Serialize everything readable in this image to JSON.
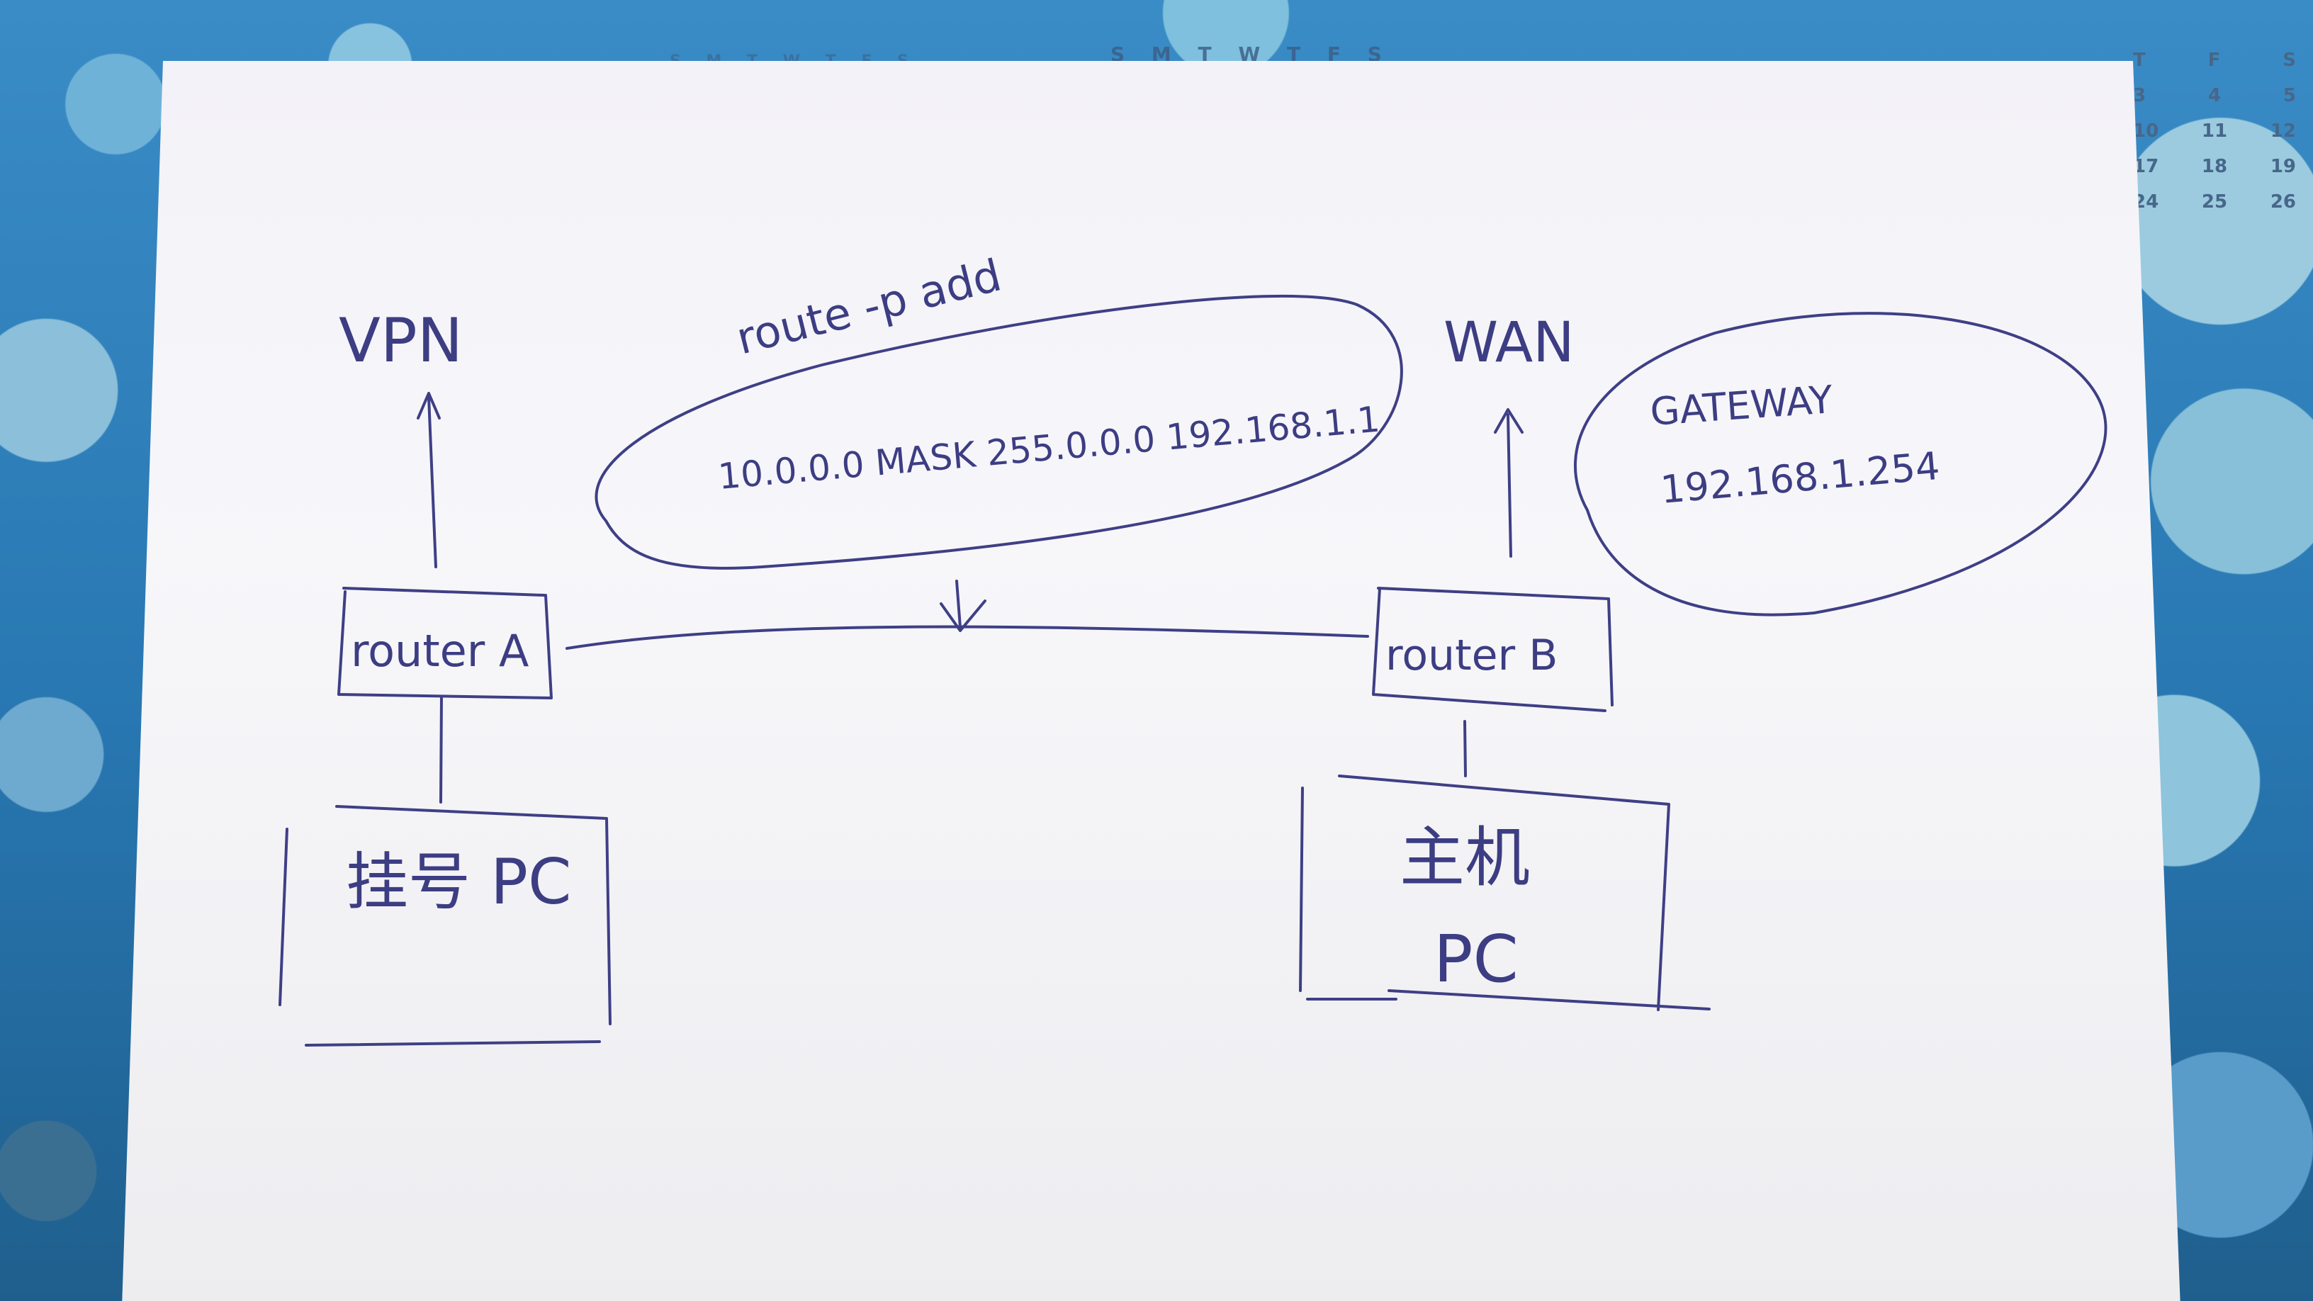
{
  "background_calendar": {
    "top_left_weekdays": "S M T W T F S",
    "top_center_weekdays": "S M T W T F S",
    "right_header": [
      "T",
      "F",
      "S"
    ],
    "right_rows": [
      [
        "3",
        "4",
        "5"
      ],
      [
        "10",
        "11",
        "12"
      ],
      [
        "17",
        "18",
        "19"
      ],
      [
        "24",
        "25",
        "26"
      ]
    ]
  },
  "diagram": {
    "labels": {
      "vpn": "VPN",
      "wan": "WAN",
      "command": "route -p add",
      "route_entry": "10.0.0.0   MASK 255.0.0.0   192.168.1.1",
      "gateway_title": "GATEWAY",
      "gateway_ip": "192.168.1.254",
      "router_a": "router A",
      "router_b": "router B",
      "pc_a": "挂号 PC",
      "pc_b_line1": "主机",
      "pc_b_line2": "PC"
    }
  },
  "colors": {
    "ink": "#3f3f86",
    "paper": "#f4f4f8",
    "background": "#2f7fb8"
  }
}
